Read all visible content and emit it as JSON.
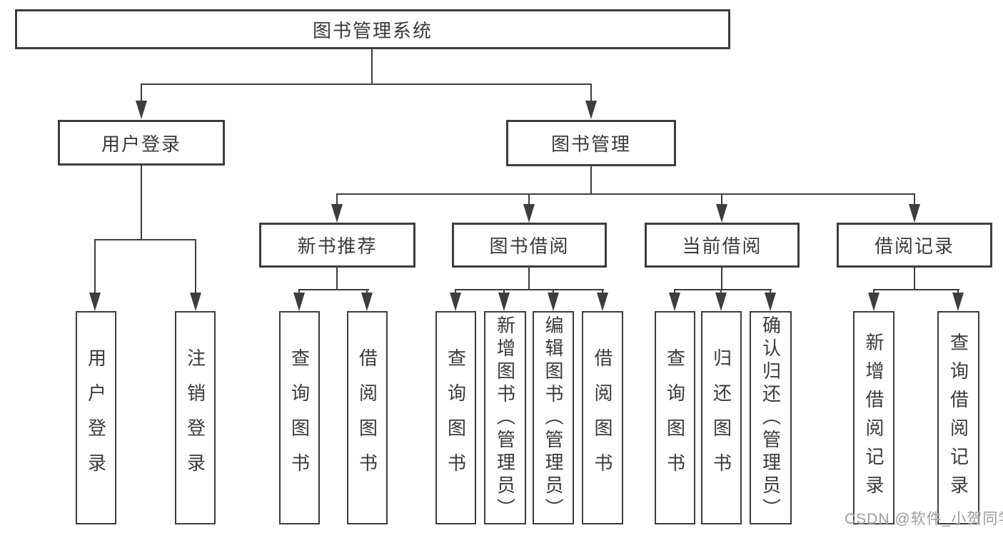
{
  "root": {
    "label": "图书管理系统"
  },
  "login": {
    "label": "用户登录",
    "children": [
      "用户登录",
      "注销登录"
    ]
  },
  "management": {
    "label": "图书管理",
    "groups": [
      {
        "label": "新书推荐",
        "children": [
          "查询图书",
          "借阅图书"
        ]
      },
      {
        "label": "图书借阅",
        "children": [
          "查询图书",
          "新增图书（管理员）",
          "编辑图书（管理员）",
          "借阅图书"
        ]
      },
      {
        "label": "当前借阅",
        "children": [
          "查询图书",
          "归还图书",
          "确认归还（管理员）"
        ]
      },
      {
        "label": "借阅记录",
        "children": [
          "新增借阅记录",
          "查询借阅记录"
        ]
      }
    ]
  },
  "watermark": {
    "text": "CSDN @软件_小贺同学",
    "color": "#9c9c9c"
  },
  "colors": {
    "line": "#3d3d3d",
    "text": "#3a3a3a",
    "background": "#ffffff"
  }
}
